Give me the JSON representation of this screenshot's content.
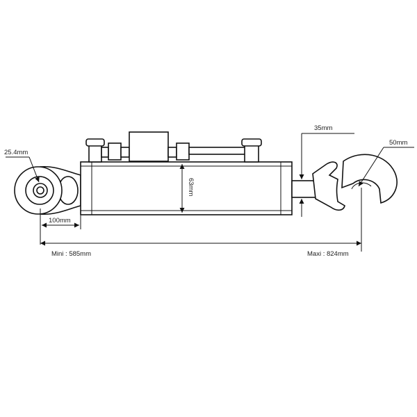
{
  "dimensions": {
    "pin_diameter": "25.4mm",
    "eye_length": "100mm",
    "tube_diameter": "63mm",
    "rod_diameter": "35mm",
    "hook_size": "50mm",
    "min_length": "Mini : 585mm",
    "max_length": "Maxi : 824mm"
  },
  "colors": {
    "line": "#111111",
    "background": "#ffffff"
  }
}
